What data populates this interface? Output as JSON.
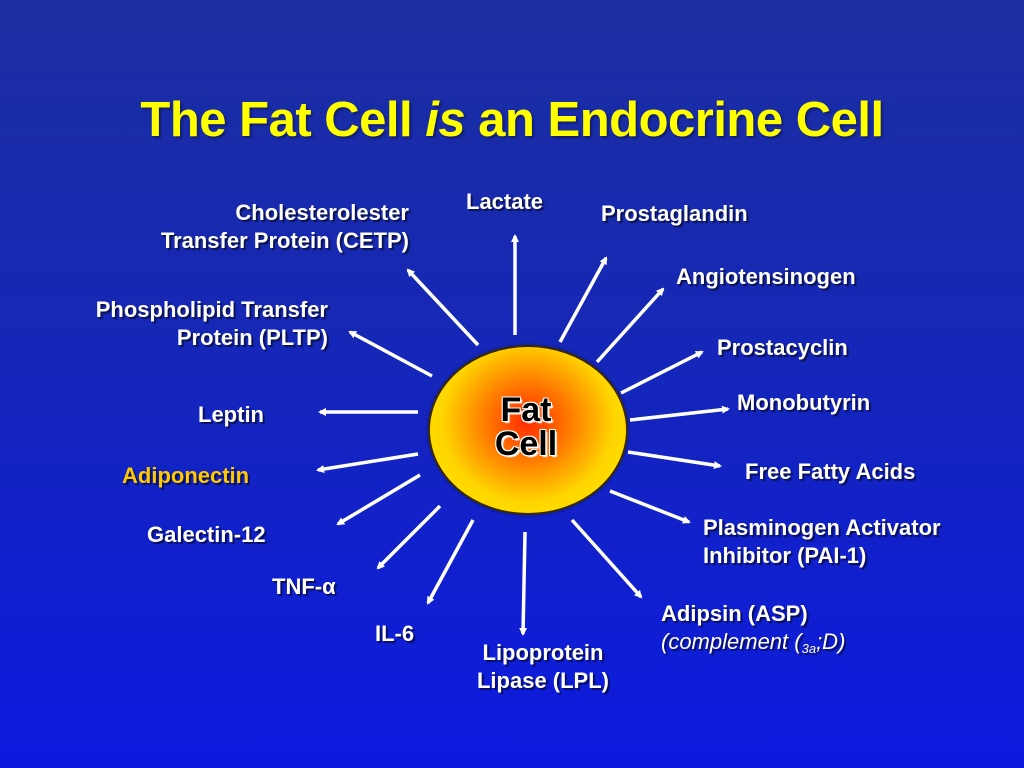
{
  "title": {
    "part1": "The Fat Cell ",
    "italic": "is",
    "part2": " an Endocrine Cell"
  },
  "center": {
    "line1": "Fat",
    "line2": "Cell"
  },
  "factors": {
    "lactate": "Lactate",
    "prostaglandin": "Prostaglandin",
    "angiotensinogen": "Angiotensinogen",
    "prostacyclin": "Prostacyclin",
    "monobutyrin": "Monobutyrin",
    "ffa": "Free Fatty Acids",
    "pai_line1": "Plasminogen Activator",
    "pai_line2": "Inhibitor (PAI-1)",
    "adipsin_line1": "Adipsin (ASP)",
    "adipsin_line2_pre": "(complement (",
    "adipsin_line2_sub": "3a",
    "adipsin_line2_post": ";D)",
    "lpl_line1": "Lipoprotein",
    "lpl_line2": "Lipase (LPL)",
    "il6": "IL-6",
    "tnf": "TNF-α",
    "galectin": "Galectin-12",
    "adiponectin": "Adiponectin",
    "leptin": "Leptin",
    "pltp_line1": "Phospholipid Transfer",
    "pltp_line2": "Protein (PLTP)",
    "cetp_line1": "Cholesterolester",
    "cetp_line2": "Transfer Protein (CETP)"
  },
  "colors": {
    "title": "#ffff00",
    "highlight": "#ffc800",
    "arrow": "#ffffff"
  }
}
